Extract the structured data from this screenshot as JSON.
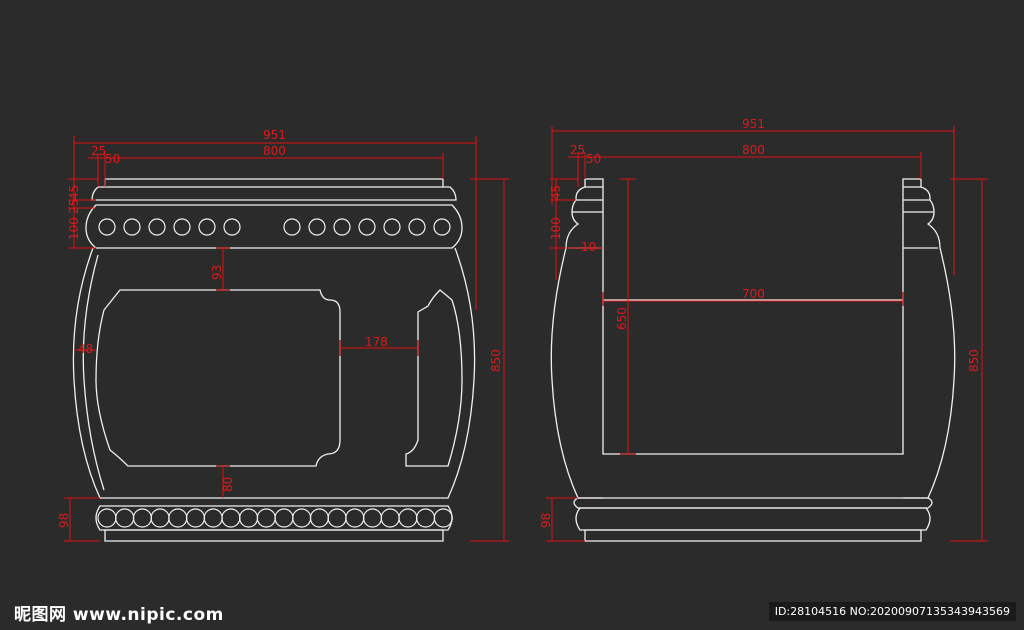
{
  "drawing": {
    "line_color": "#f0f0f0",
    "dim_color": "#e01010",
    "background": "#2b2b2b",
    "front_view": {
      "dim_total_width": "951",
      "dim_inner_width": "800",
      "dim_left_offset": "25",
      "dim_left_offset2": "50",
      "dim_rim_a": "45",
      "dim_rim_b": "25",
      "dim_rim_c": "100",
      "dim_top_gap": "93",
      "dim_side": "48",
      "dim_panel_gap": "178",
      "dim_bottom_gap": "80",
      "dim_height": "850",
      "dim_base": "98"
    },
    "side_view": {
      "dim_total_width": "951",
      "dim_inner_width": "800",
      "dim_left_offset": "25",
      "dim_left_offset2": "50",
      "dim_rim_a": "45",
      "dim_rim_c": "100",
      "dim_rim_d": "10",
      "dim_cavity_width": "700",
      "dim_cavity_height": "650",
      "dim_height": "850",
      "dim_base": "98"
    }
  },
  "footer": {
    "logo_text": "昵图网 www.nipic.com",
    "id_text": "ID:28104516 NO:20200907135343943569"
  }
}
